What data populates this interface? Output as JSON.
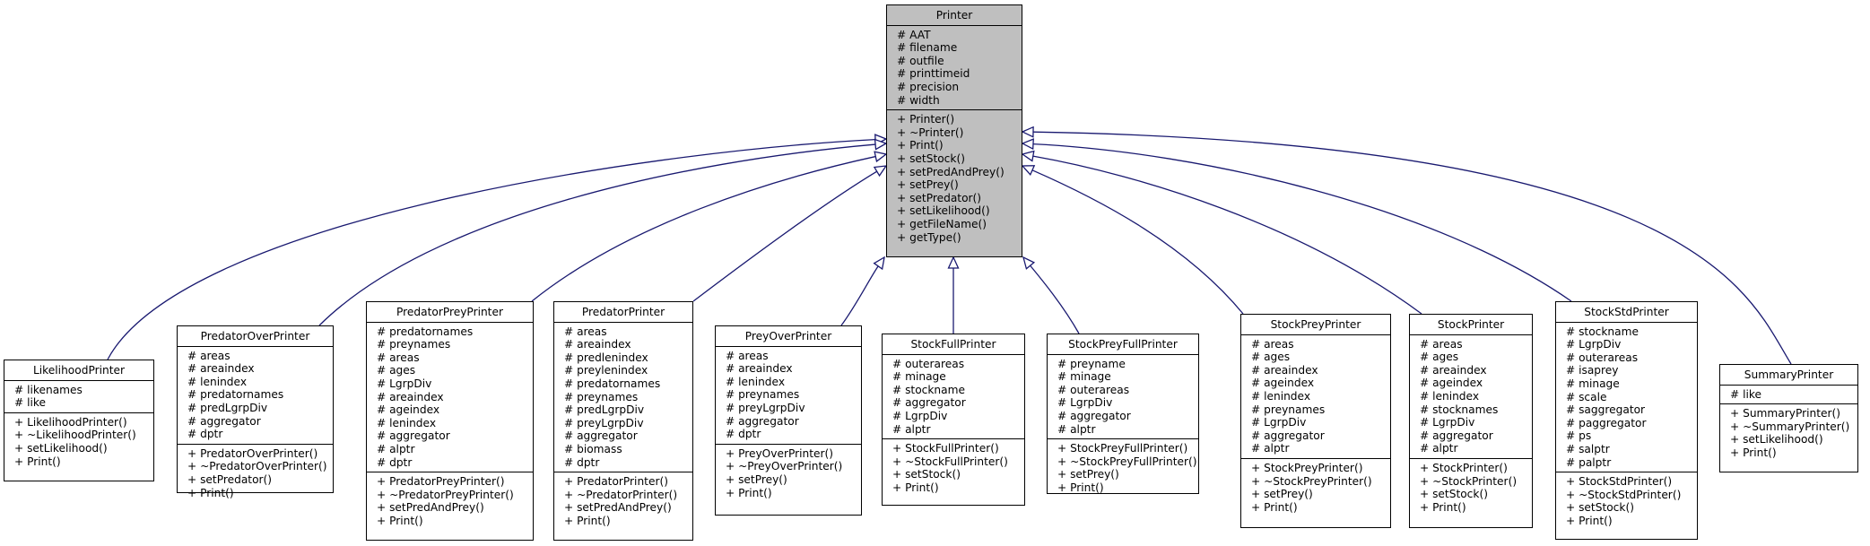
{
  "diagram": {
    "base": {
      "name": "Printer",
      "attributes": [
        "# AAT",
        "# filename",
        "# outfile",
        "# printtimeid",
        "# precision",
        "# width"
      ],
      "methods": [
        "+ Printer()",
        "+ ~Printer()",
        "+ Print()",
        "+ setStock()",
        "+ setPredAndPrey()",
        "+ setPrey()",
        "+ setPredator()",
        "+ setLikelihood()",
        "+ getFileName()",
        "+ getType()"
      ]
    },
    "subclasses": [
      {
        "name": "LikelihoodPrinter",
        "attributes": [
          "# likenames",
          "# like"
        ],
        "methods": [
          "+ LikelihoodPrinter()",
          "+ ~LikelihoodPrinter()",
          "+ setLikelihood()",
          "+ Print()"
        ]
      },
      {
        "name": "PredatorOverPrinter",
        "attributes": [
          "# areas",
          "# areaindex",
          "# lenindex",
          "# predatornames",
          "# predLgrpDiv",
          "# aggregator",
          "# dptr"
        ],
        "methods": [
          "+ PredatorOverPrinter()",
          "+ ~PredatorOverPrinter()",
          "+ setPredator()",
          "+ Print()"
        ]
      },
      {
        "name": "PredatorPreyPrinter",
        "attributes": [
          "# predatornames",
          "# preynames",
          "# areas",
          "# ages",
          "# LgrpDiv",
          "# areaindex",
          "# ageindex",
          "# lenindex",
          "# aggregator",
          "# alptr",
          "# dptr"
        ],
        "methods": [
          "+ PredatorPreyPrinter()",
          "+ ~PredatorPreyPrinter()",
          "+ setPredAndPrey()",
          "+ Print()"
        ]
      },
      {
        "name": "PredatorPrinter",
        "attributes": [
          "# areas",
          "# areaindex",
          "# predlenindex",
          "# preylenindex",
          "# predatornames",
          "# preynames",
          "# predLgrpDiv",
          "# preyLgrpDiv",
          "# aggregator",
          "# biomass",
          "# dptr"
        ],
        "methods": [
          "+ PredatorPrinter()",
          "+ ~PredatorPrinter()",
          "+ setPredAndPrey()",
          "+ Print()"
        ]
      },
      {
        "name": "PreyOverPrinter",
        "attributes": [
          "# areas",
          "# areaindex",
          "# lenindex",
          "# preynames",
          "# preyLgrpDiv",
          "# aggregator",
          "# dptr"
        ],
        "methods": [
          "+ PreyOverPrinter()",
          "+ ~PreyOverPrinter()",
          "+ setPrey()",
          "+ Print()"
        ]
      },
      {
        "name": "StockFullPrinter",
        "attributes": [
          "# outerareas",
          "# minage",
          "# stockname",
          "# aggregator",
          "# LgrpDiv",
          "# alptr"
        ],
        "methods": [
          "+ StockFullPrinter()",
          "+ ~StockFullPrinter()",
          "+ setStock()",
          "+ Print()"
        ]
      },
      {
        "name": "StockPreyFullPrinter",
        "attributes": [
          "# preyname",
          "# minage",
          "# outerareas",
          "# LgrpDiv",
          "# aggregator",
          "# alptr"
        ],
        "methods": [
          "+ StockPreyFullPrinter()",
          "+ ~StockPreyFullPrinter()",
          "+ setPrey()",
          "+ Print()"
        ]
      },
      {
        "name": "StockPreyPrinter",
        "attributes": [
          "# areas",
          "# ages",
          "# areaindex",
          "# ageindex",
          "# lenindex",
          "# preynames",
          "# LgrpDiv",
          "# aggregator",
          "# alptr"
        ],
        "methods": [
          "+ StockPreyPrinter()",
          "+ ~StockPreyPrinter()",
          "+ setPrey()",
          "+ Print()"
        ]
      },
      {
        "name": "StockPrinter",
        "attributes": [
          "# areas",
          "# ages",
          "# areaindex",
          "# ageindex",
          "# lenindex",
          "# stocknames",
          "# LgrpDiv",
          "# aggregator",
          "# alptr"
        ],
        "methods": [
          "+ StockPrinter()",
          "+ ~StockPrinter()",
          "+ setStock()",
          "+ Print()"
        ]
      },
      {
        "name": "StockStdPrinter",
        "attributes": [
          "# stockname",
          "# LgrpDiv",
          "# outerareas",
          "# isaprey",
          "# minage",
          "# scale",
          "# saggregator",
          "# paggregator",
          "# ps",
          "# salptr",
          "# palptr"
        ],
        "methods": [
          "+ StockStdPrinter()",
          "+ ~StockStdPrinter()",
          "+ setStock()",
          "+ Print()"
        ]
      },
      {
        "name": "SummaryPrinter",
        "attributes": [
          "# like"
        ],
        "methods": [
          "+ SummaryPrinter()",
          "+ ~SummaryPrinter()",
          "+ setLikelihood()",
          "+ Print()"
        ]
      }
    ],
    "colors": {
      "edge": "#191970",
      "base_fill": "#bfbfbf",
      "node_fill": "#ffffff",
      "border": "#000000"
    }
  }
}
